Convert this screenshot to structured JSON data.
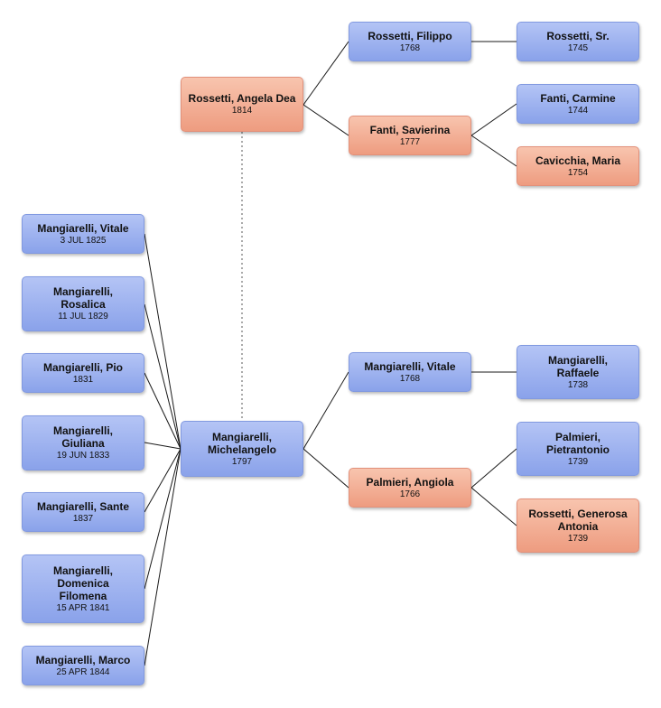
{
  "people": {
    "rossetti_angela": {
      "name": "Rossetti, Angela Dea",
      "date": "1814"
    },
    "rossetti_filippo": {
      "name": "Rossetti, Filippo",
      "date": "1768"
    },
    "rossetti_sr": {
      "name": "Rossetti, Sr.",
      "date": "1745"
    },
    "fanti_savierina": {
      "name": "Fanti, Savierina",
      "date": "1777"
    },
    "fanti_carmine": {
      "name": "Fanti, Carmine",
      "date": "1744"
    },
    "cavicchia_maria": {
      "name": "Cavicchia, Maria",
      "date": "1754"
    },
    "michelangelo": {
      "name": "Mangiarelli, Michelangelo",
      "date": "1797"
    },
    "vitale_father": {
      "name": "Mangiarelli, Vitale",
      "date": "1768"
    },
    "raffaele": {
      "name": "Mangiarelli, Raffaele",
      "date": "1738"
    },
    "palmieri_angiola": {
      "name": "Palmieri, Angiola",
      "date": "1766"
    },
    "palmieri_pietrantonio": {
      "name": "Palmieri, Pietrantonio",
      "date": "1739"
    },
    "rossetti_generosa": {
      "name": "Rossetti, Generosa Antonia",
      "date": "1739"
    }
  },
  "children": [
    {
      "name": "Mangiarelli, Vitale",
      "date": "3 JUL 1825"
    },
    {
      "name": "Mangiarelli, Rosalica",
      "date": "11 JUL 1829"
    },
    {
      "name": "Mangiarelli, Pio",
      "date": "1831"
    },
    {
      "name": "Mangiarelli, Giuliana",
      "date": "19 JUN 1833"
    },
    {
      "name": "Mangiarelli, Sante",
      "date": "1837"
    },
    {
      "name": "Mangiarelli, Domenica Filomena",
      "date": "15 APR 1841"
    },
    {
      "name": "Mangiarelli, Marco",
      "date": "25 APR 1844"
    }
  ]
}
